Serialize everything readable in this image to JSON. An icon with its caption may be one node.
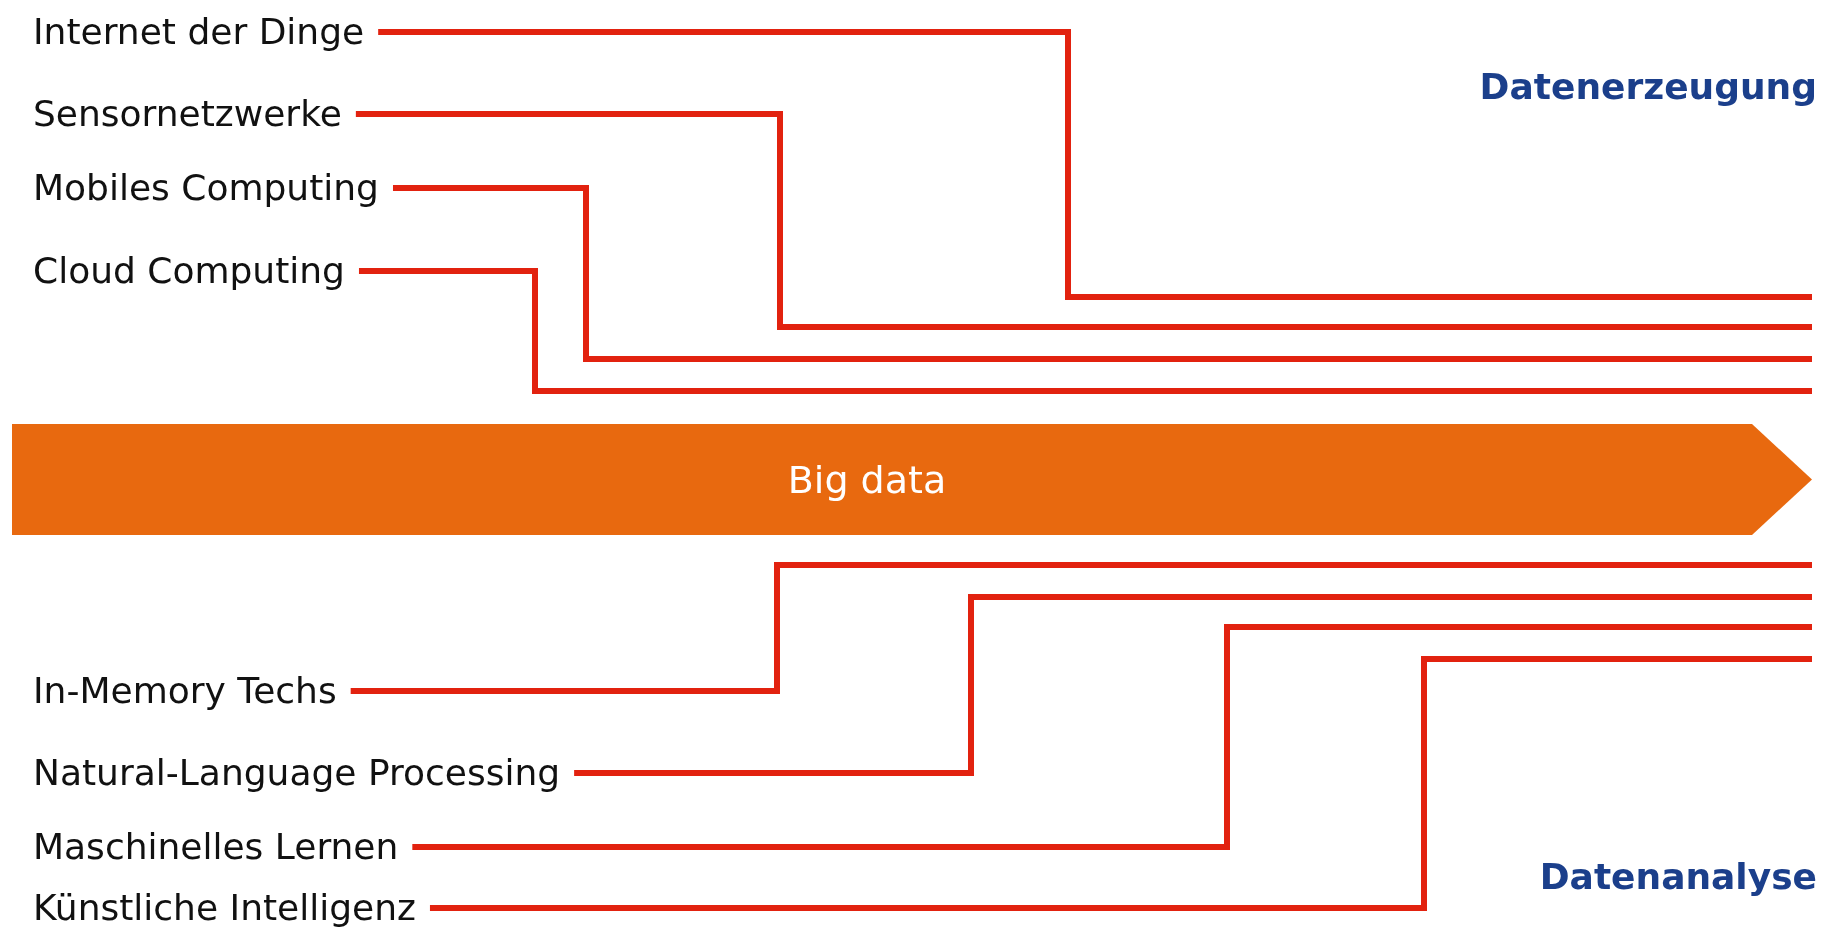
{
  "diagram": {
    "nodes": [
      {
        "text": [
          "Internet der Dinge"
        ]
      },
      {
        "text": [
          "Sensornetzwerke"
        ]
      },
      {
        "text": [
          "Mobiles Computing"
        ]
      },
      {
        "text": [
          "Cloud Computing"
        ]
      },
      {
        "text": [
          "Big data"
        ]
      },
      {
        "text": [
          "In-Memory Techs"
        ]
      },
      {
        "text": [
          "Natural-Language Processing"
        ]
      },
      {
        "text": [
          "Maschinelles Lernen"
        ]
      },
      {
        "text": [
          "Künstliche Intelligenz"
        ]
      }
    ],
    "edges": [
      {
        "from": 0,
        "to": null,
        "arrow": "none"
      },
      {
        "from": 1,
        "to": null,
        "arrow": "none"
      },
      {
        "from": 2,
        "to": null,
        "arrow": "none"
      },
      {
        "from": 3,
        "to": null,
        "arrow": "none"
      },
      {
        "from": 5,
        "to": null,
        "arrow": "none"
      },
      {
        "from": 6,
        "to": null,
        "arrow": "none"
      },
      {
        "from": 7,
        "to": null,
        "arrow": "none"
      },
      {
        "from": 8,
        "to": null,
        "arrow": "none"
      }
    ],
    "labels": [
      "Datenerzeugung",
      "Datenanalyse"
    ]
  }
}
